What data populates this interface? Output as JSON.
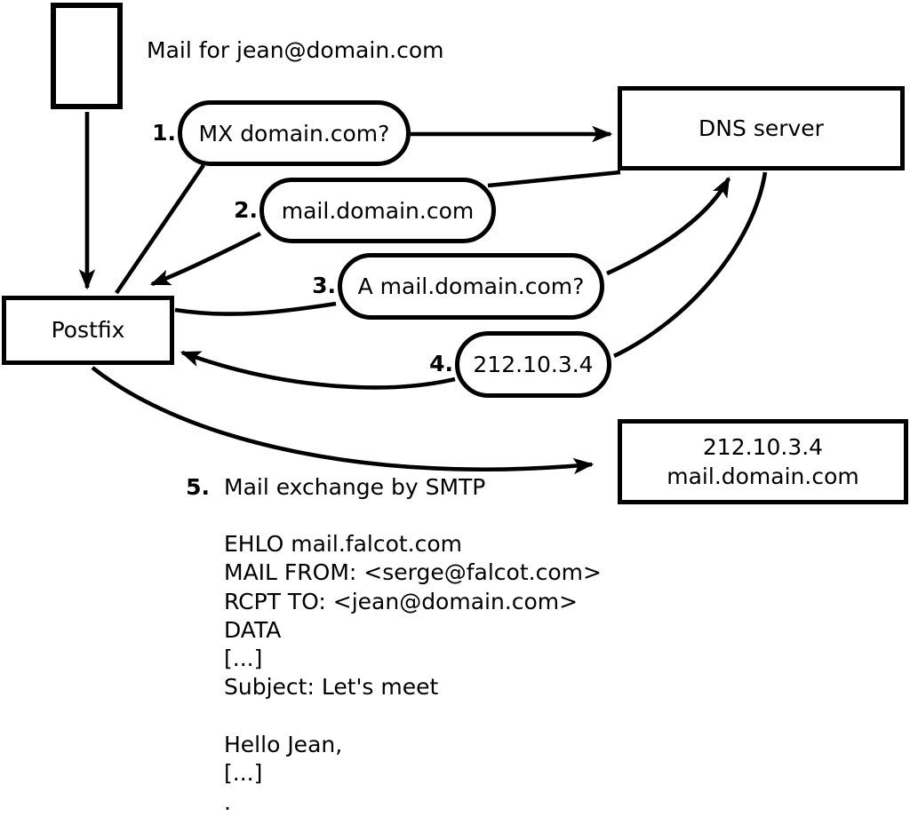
{
  "colors": {
    "ink": "#000000",
    "paper": "#ffffff"
  },
  "diagram": {
    "caption": "Mail for jean@domain.com",
    "nodes": {
      "postfix": "Postfix",
      "dns_server": "DNS server",
      "mail_server": {
        "line1": "212.10.3.4",
        "line2": "mail.domain.com"
      }
    },
    "steps": [
      {
        "num": "1.",
        "label": "MX domain.com?"
      },
      {
        "num": "2.",
        "label": "mail.domain.com"
      },
      {
        "num": "3.",
        "label": "A mail.domain.com?"
      },
      {
        "num": "4.",
        "label": "212.10.3.4"
      },
      {
        "num": "5.",
        "label": "Mail exchange by SMTP"
      }
    ],
    "smtp_session": "EHLO mail.falcot.com\nMAIL FROM: <serge@falcot.com>\nRCPT TO: <jean@domain.com>\nDATA\n[...]\nSubject: Let's meet\n\nHello Jean,\n[...]\n."
  }
}
